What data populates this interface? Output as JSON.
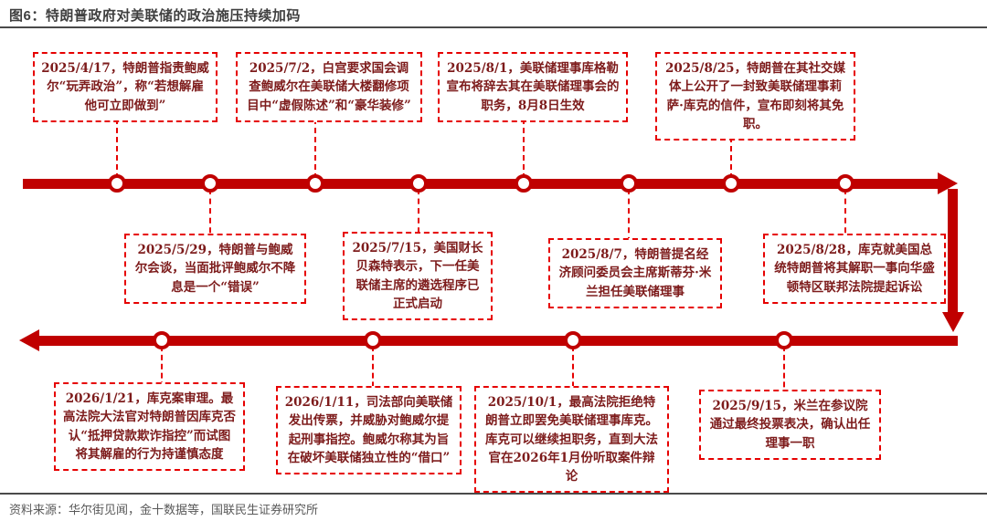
{
  "figure": {
    "title": "图6：特朗普政府对美联储的政治施压持续加码",
    "source": "资料来源：华尔街见闻，金十数据等，国联民生证券研究所"
  },
  "colors": {
    "timeline_red": "#c00000",
    "box_border_red": "#e60000",
    "box_text_maroon": "#7d1b1b",
    "title_gray": "#3f3f3f",
    "source_gray": "#595959"
  },
  "timeline": {
    "type": "timeline",
    "events": [
      {
        "date": "2025/4/17",
        "desc": "，特朗普指责鲍威尔“玩弄政治”，称“若想解雇他可立即做到”"
      },
      {
        "date": "2025/7/2",
        "desc": "，白宫要求国会调查鲍威尔在美联储大楼翻修项目中“虚假陈述”和“豪华装修”"
      },
      {
        "date": "2025/8/1",
        "desc": "，美联储理事库格勒宣布将辞去其在美联储理事会的职务，8月8日生效"
      },
      {
        "date": "2025/8/25",
        "desc": "，特朗普在其社交媒体上公开了一封致美联储理事莉萨·库克的信件，宣布即刻将其免职。"
      },
      {
        "date": "2025/5/29",
        "desc": "，特朗普与鲍威尔会谈，当面批评鲍威尔不降息是一个“错误”"
      },
      {
        "date": "2025/7/15",
        "desc": "，美国财长贝森特表示，下一任美联储主席的遴选程序已正式启动"
      },
      {
        "date": "2025/8/7",
        "desc": "，特朗普提名经济顾问委员会主席斯蒂芬·米兰担任美联储理事"
      },
      {
        "date": "2025/8/28",
        "desc": "，库克就美国总统特朗普将其解职一事向华盛顿特区联邦法院提起诉讼"
      },
      {
        "date": "2026/1/21",
        "desc": "，库克案审理。最高法院大法官对特朗普因库克否认“抵押贷款欺诈指控”而试图将其解雇的行为持谨慎态度"
      },
      {
        "date": "2026/1/11",
        "desc": "，司法部向美联储发出传票，并威胁对鲍威尔提起刑事指控。鲍威尔称其为旨在破坏美联储独立性的“借口”"
      },
      {
        "date": "2025/10/1",
        "desc": "，最高法院拒绝特朗普立即罢免美联储理事库克。库克可以继续担职务，直到大法官在2026年1月份听取案件辩论"
      },
      {
        "date": "2025/9/15",
        "desc": "，米兰在参议院通过最终投票表决，确认出任理事一职"
      }
    ]
  }
}
